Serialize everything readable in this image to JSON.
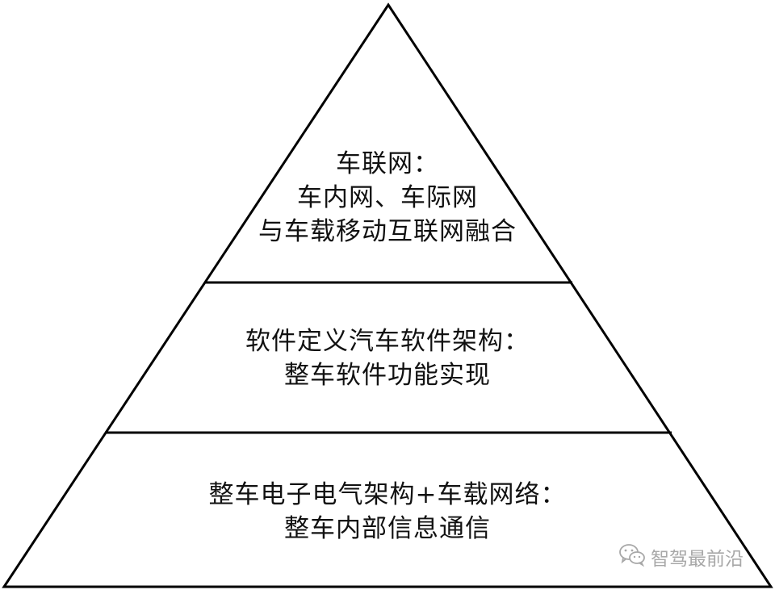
{
  "tiers": [
    {
      "id": "top",
      "lines": [
        "车联网：",
        "车内网、车际网",
        "与车载移动互联网融合"
      ]
    },
    {
      "id": "middle",
      "lines": [
        "软件定义汽车软件架构：",
        "整车软件功能实现"
      ]
    },
    {
      "id": "bottom",
      "lines": [
        "整车电子电气架构+车载网络：",
        "整车内部信息通信"
      ]
    }
  ],
  "watermark": {
    "text": "智驾最前沿",
    "icon": "wechat-icon"
  },
  "colors": {
    "stroke": "#000000",
    "text": "#111111",
    "watermark": "#a8a8a8"
  }
}
